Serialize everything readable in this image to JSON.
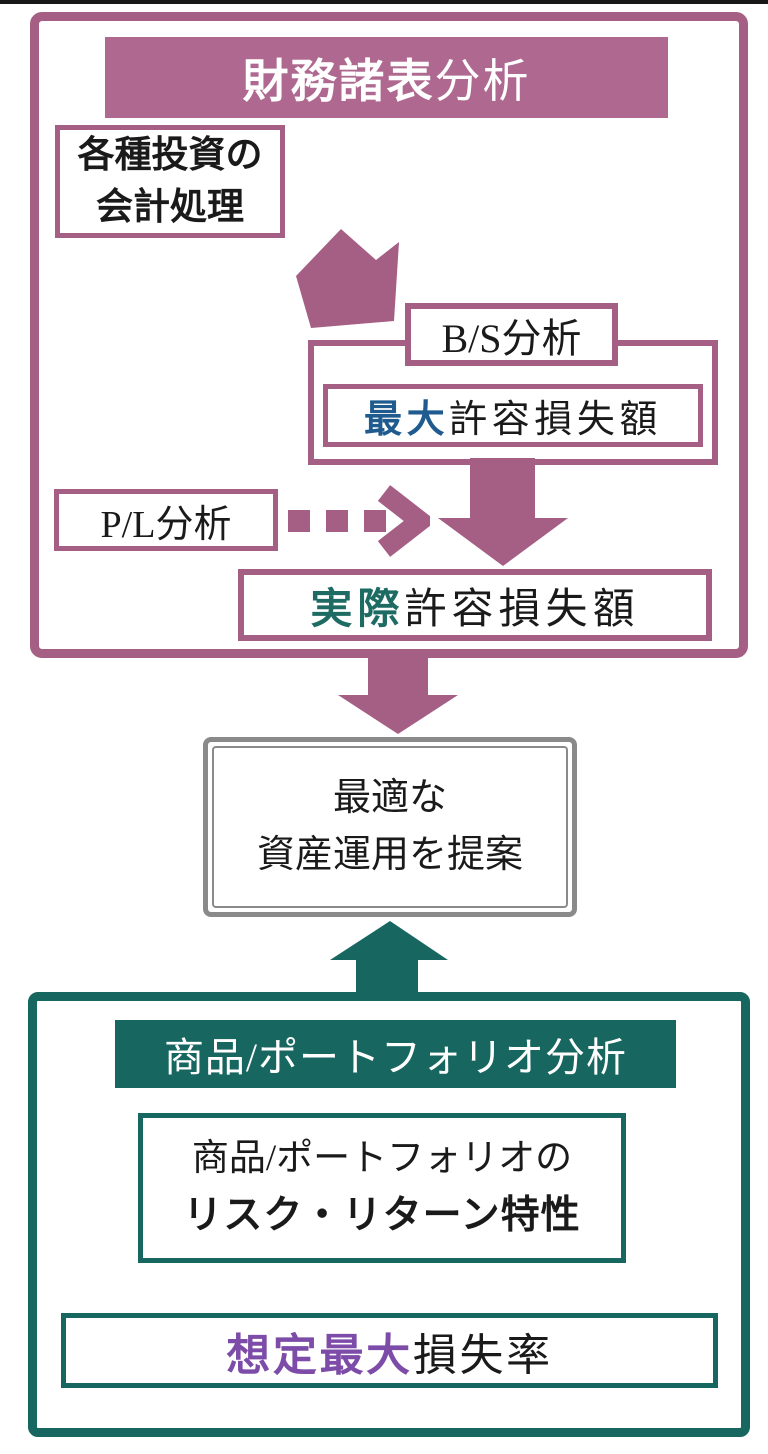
{
  "colors": {
    "purple": "#A55E84",
    "purple_header_bg": "#AF6990",
    "teal": "#17665F",
    "highlight_blue": "#1F5B8E",
    "highlight_teal": "#1E6B63",
    "highlight_violet": "#7C4CA8",
    "gray_border": "#8A8A8A",
    "text_black": "#1A1A1A",
    "header_text_white": "#FFFFFF"
  },
  "financial_section": {
    "title_strong": "財務諸表",
    "title_rest": "分析",
    "investment_box": {
      "line1": "各種投資の",
      "line2": "会計処理"
    },
    "bs_label": "B/S分析",
    "max_loss": {
      "highlight": "最大",
      "rest": "許容損失額"
    },
    "pl_label": "P/L分析",
    "actual_loss": {
      "highlight": "実際",
      "rest": "許容損失額"
    }
  },
  "proposal_box": {
    "line1": "最適な",
    "line2": "資産運用を提案"
  },
  "portfolio_section": {
    "title": "商品/ポートフォリオ分析",
    "risk_return_box": {
      "line1": "商品/ポートフォリオの",
      "line2": "リスク・リターン特性"
    },
    "max_loss_rate": {
      "highlight": "想定最大",
      "rest": "損失率"
    }
  }
}
